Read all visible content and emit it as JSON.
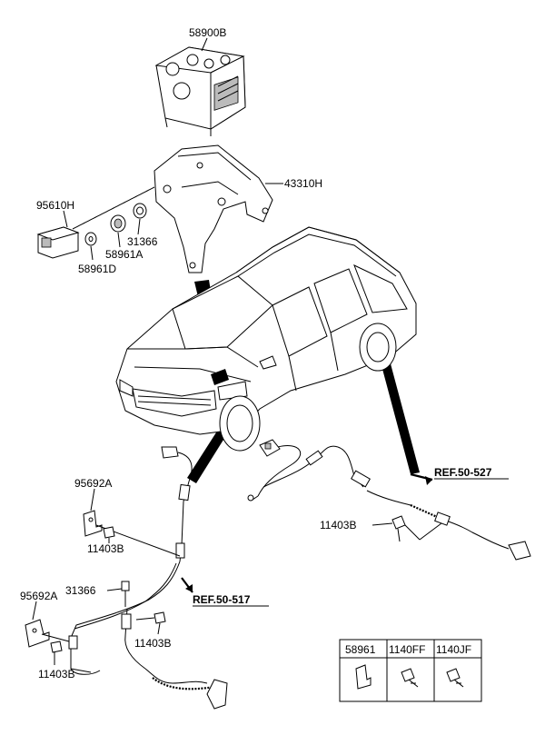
{
  "parts": {
    "hecu": "58900B",
    "bracket": "43310H",
    "sensor_g": "95610H",
    "grommet": "31366",
    "bushing": "58961A",
    "collar": "58961D",
    "clip_upper": "95692A",
    "bolt_upper": "11403B",
    "grommet_lower": "31366",
    "clip_lower": "95692A",
    "bolt_lower_left": "11403B",
    "bolt_lower_mid": "11403B",
    "bolt_rear": "11403B"
  },
  "refs": {
    "rear": "REF.50-527",
    "front": "REF.50-517"
  },
  "legend_table": {
    "headers": [
      "58961",
      "1140FF",
      "1140JF"
    ]
  }
}
